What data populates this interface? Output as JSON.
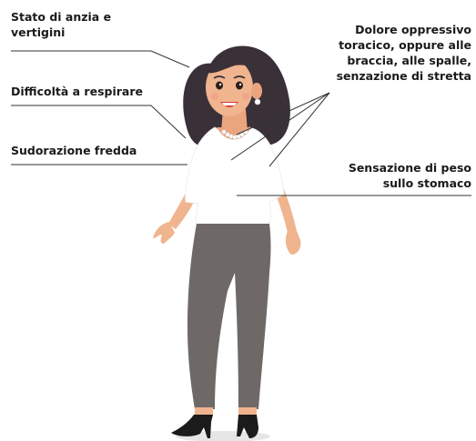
{
  "labels": {
    "anxiety": "Stato di anzia e\nvertigini",
    "breathing": "Difficoltà a respirare",
    "sweating": "Sudorazione fredda",
    "chest_pain": "Dolore oppressivo\ntoracico, oppure alle\nbraccia, alle spalle,\nsenzazione di stretta",
    "stomach": "Sensazione di peso\nsullo stomaco"
  },
  "colors": {
    "text": "#1a1a1a",
    "leader_line": "#333333",
    "hair": "#3a3038",
    "skin": "#f0b48e",
    "shirt": "#ffffff",
    "pants": "#6e6966",
    "shoes": "#1b1b1b",
    "lips": "#d83a3a",
    "shadow": "#e6e6e6"
  }
}
